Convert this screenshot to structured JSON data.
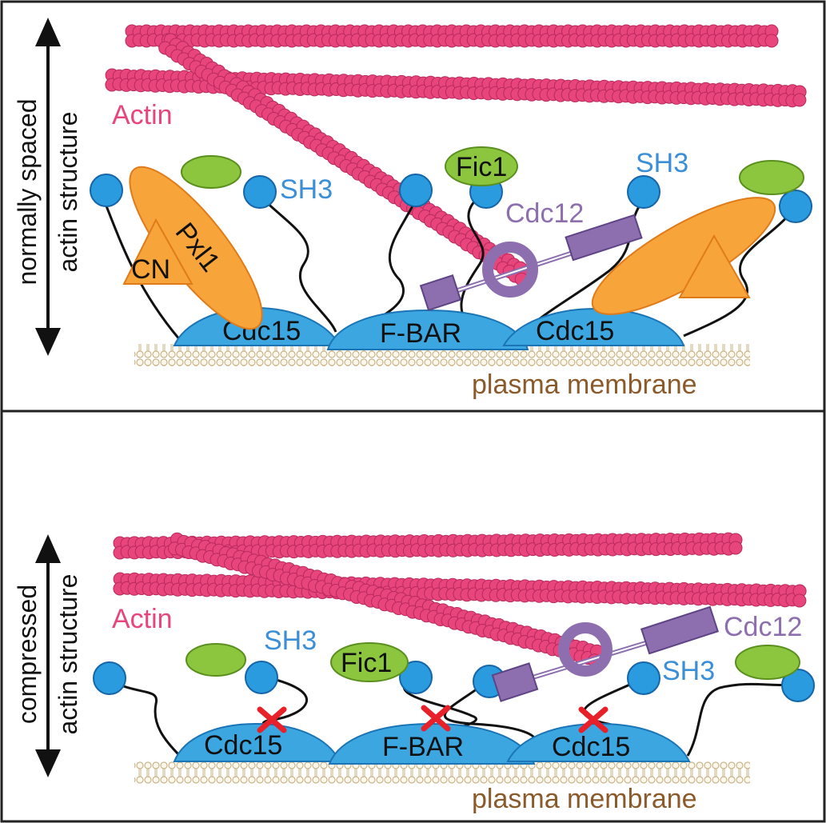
{
  "panels": [
    {
      "side_label_line1": "normally spaced",
      "side_label_line2": "actin structure",
      "actin": "Actin",
      "sh3_a": "SH3",
      "sh3_b": "SH3",
      "fic1": "Fic1",
      "cdc12": "Cdc12",
      "px11": "Pxl1",
      "cn": "CN",
      "cdc15_left": "Cdc15",
      "fbar": "F-BAR",
      "cdc15_right": "Cdc15",
      "membrane": "plasma membrane"
    },
    {
      "side_label_line1": "compressed",
      "side_label_line2": "actin structure",
      "actin": "Actin",
      "sh3_a": "SH3",
      "sh3_b": "SH3",
      "fic1": "Fic1",
      "cdc12": "Cdc12",
      "cdc15_left": "Cdc15",
      "fbar": "F-BAR",
      "cdc15_right": "Cdc15",
      "membrane": "plasma membrane"
    }
  ],
  "colors": {
    "actin": "#e8457d",
    "actin_text": "#e8457d",
    "sh3": "#2b9be0",
    "sh3_text": "#3a8fd8",
    "fbar": "#3ba6e0",
    "fic1": "#8cc63f",
    "cdc12": "#8d6fb0",
    "px11": "#f7a43b",
    "membrane_text": "#8b5a2b",
    "cross": "#e8202a"
  }
}
